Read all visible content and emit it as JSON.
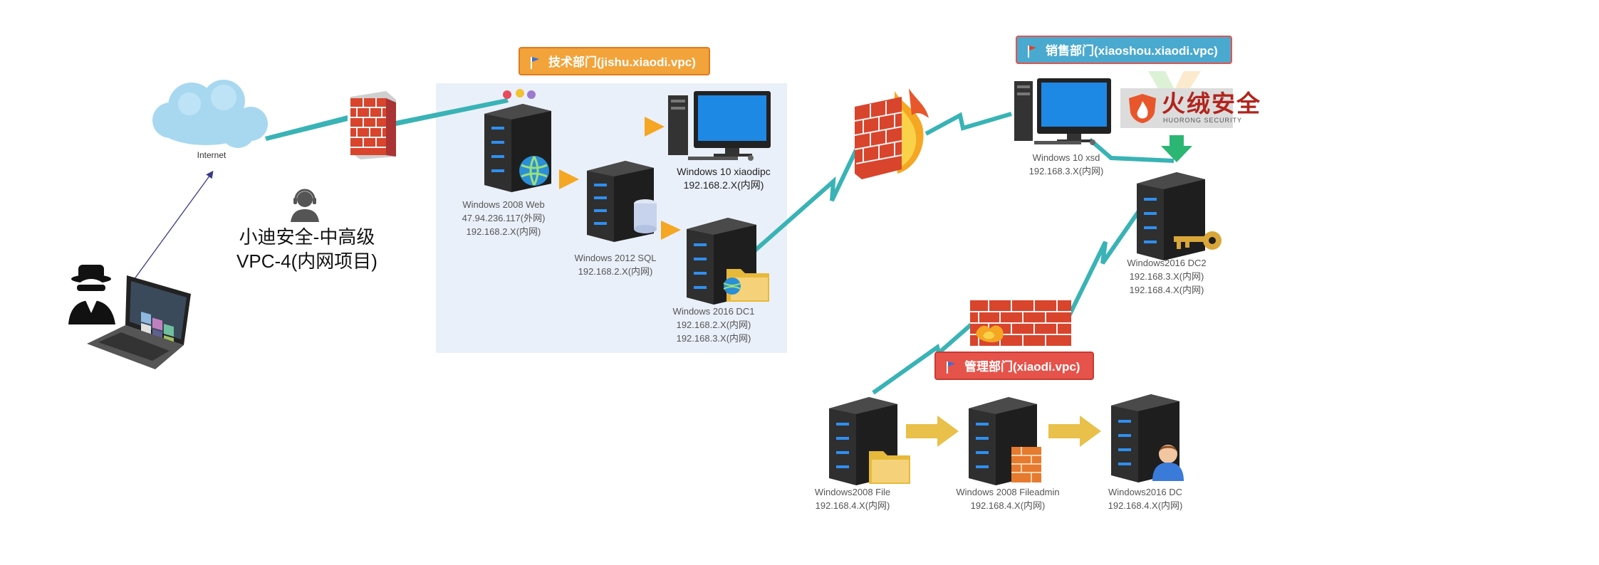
{
  "title": {
    "line1": "小迪安全-中高级",
    "line2": "VPC-4(内网项目)"
  },
  "internet": {
    "label": "Internet"
  },
  "zones": {
    "tech": {
      "label": "技术部门(jishu.xiaodi.vpc)",
      "color": "#f2a33a"
    },
    "sales": {
      "label": "销售部门(xiaoshou.xiaodi.vpc)",
      "color": "#4aa9cf"
    },
    "mgmt": {
      "label": "管理部门(xiaodi.vpc)",
      "color": "#e5534b"
    }
  },
  "nodes": {
    "web": {
      "name": "Windows 2008 Web",
      "ip1": "47.94.236.117(外网)",
      "ip2": "192.168.2.X(内网)"
    },
    "win10": {
      "name": "Windows 10 xiaodipc",
      "ip1": "192.168.2.X(内网)"
    },
    "sql": {
      "name": "Windows 2012 SQL",
      "ip1": "192.168.2.X(内网)"
    },
    "dc1": {
      "name": "Windows 2016 DC1",
      "ip1": "192.168.2.X(内网)",
      "ip2": "192.168.3.X(内网)"
    },
    "xsd": {
      "name": "Windows 10 xsd",
      "ip1": "192.168.3.X(内网)"
    },
    "dc2": {
      "name": "Windows2016 DC2",
      "ip1": "192.168.3.X(内网)",
      "ip2": "192.168.4.X(内网)"
    },
    "file": {
      "name": "Windows2008 File",
      "ip1": "192.168.4.X(内网)"
    },
    "fileadmin": {
      "name": "Windows 2008 Fileadmin",
      "ip1": "192.168.4.X(内网)"
    },
    "dc": {
      "name": "Windows2016 DC",
      "ip1": "192.168.4.X(内网)"
    }
  },
  "huorong": {
    "brand": "火绒安全",
    "sub": "HUORONG SECURITY"
  },
  "colors": {
    "link": "#39b3b5",
    "server": "#2f2f2f",
    "led": "#2f8ff0",
    "firewall": "#d9442c",
    "arrow_orange": "#f5a623",
    "arrow_gold": "#e8c04a",
    "zone_bg": "#eaf0f9"
  }
}
